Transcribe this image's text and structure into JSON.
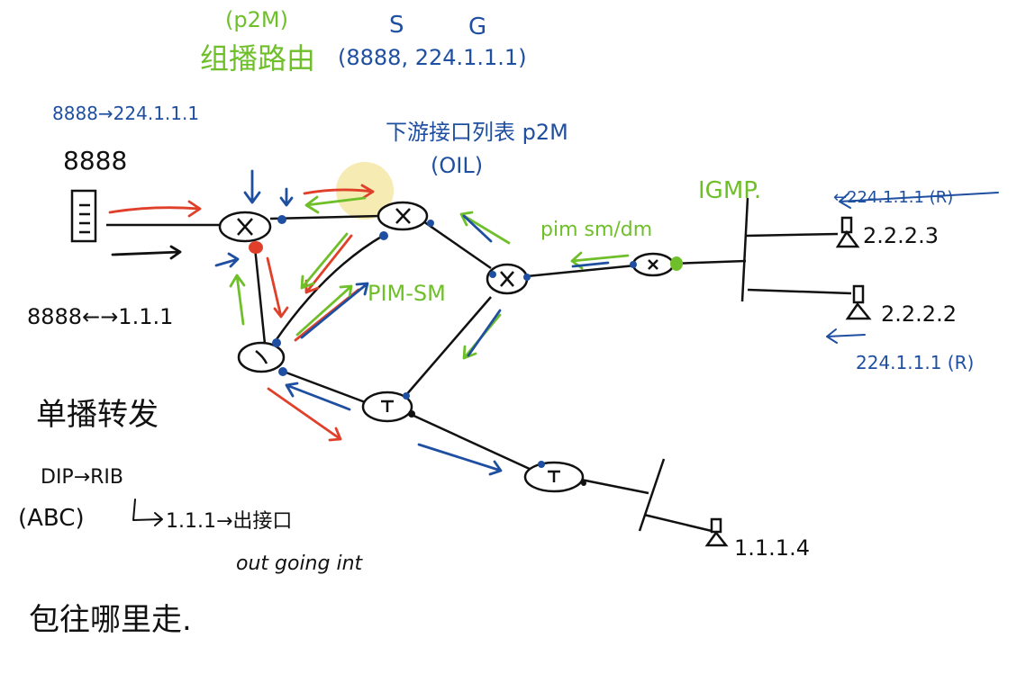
{
  "colors": {
    "ink": "#111111",
    "blue": "#1f4fa0",
    "green": "#6fbf2a",
    "red": "#e0402a",
    "highlight": "#f3e7a6"
  },
  "title": {
    "p2m_tag": "(p2M)",
    "label": "组播路由",
    "sg_s": "S",
    "sg_g": "G",
    "sg_tuple": "(8888, 224.1.1.1)"
  },
  "notes": {
    "source_flow": "8888→224.1.1.1",
    "source_ip": "8888",
    "unicast_pair": "8888←→1.1.1",
    "unicast": "单播转发",
    "dip_rib": "DIP→RIB",
    "abc": "(ABC)",
    "next_hop": "1.1.1→出接口",
    "outgoing": "out going int",
    "where": "包往哪里走."
  },
  "center": {
    "oil": "下游接口列表 p2M",
    "oil_abbr": "(OIL)",
    "pim_sm": "PIM-SM",
    "pim_sm_dm": "pim sm/dm"
  },
  "right": {
    "igmp": "IGMP.",
    "join_top": "←224.1.1.1 (R)",
    "host_top": "2.2.2.3",
    "host_mid": "2.2.2.2",
    "join_bottom": "224.1.1.1 (R)",
    "host_bottom": "1.1.1.4"
  },
  "icons": [
    "server-icon",
    "router-icon",
    "host-icon"
  ]
}
